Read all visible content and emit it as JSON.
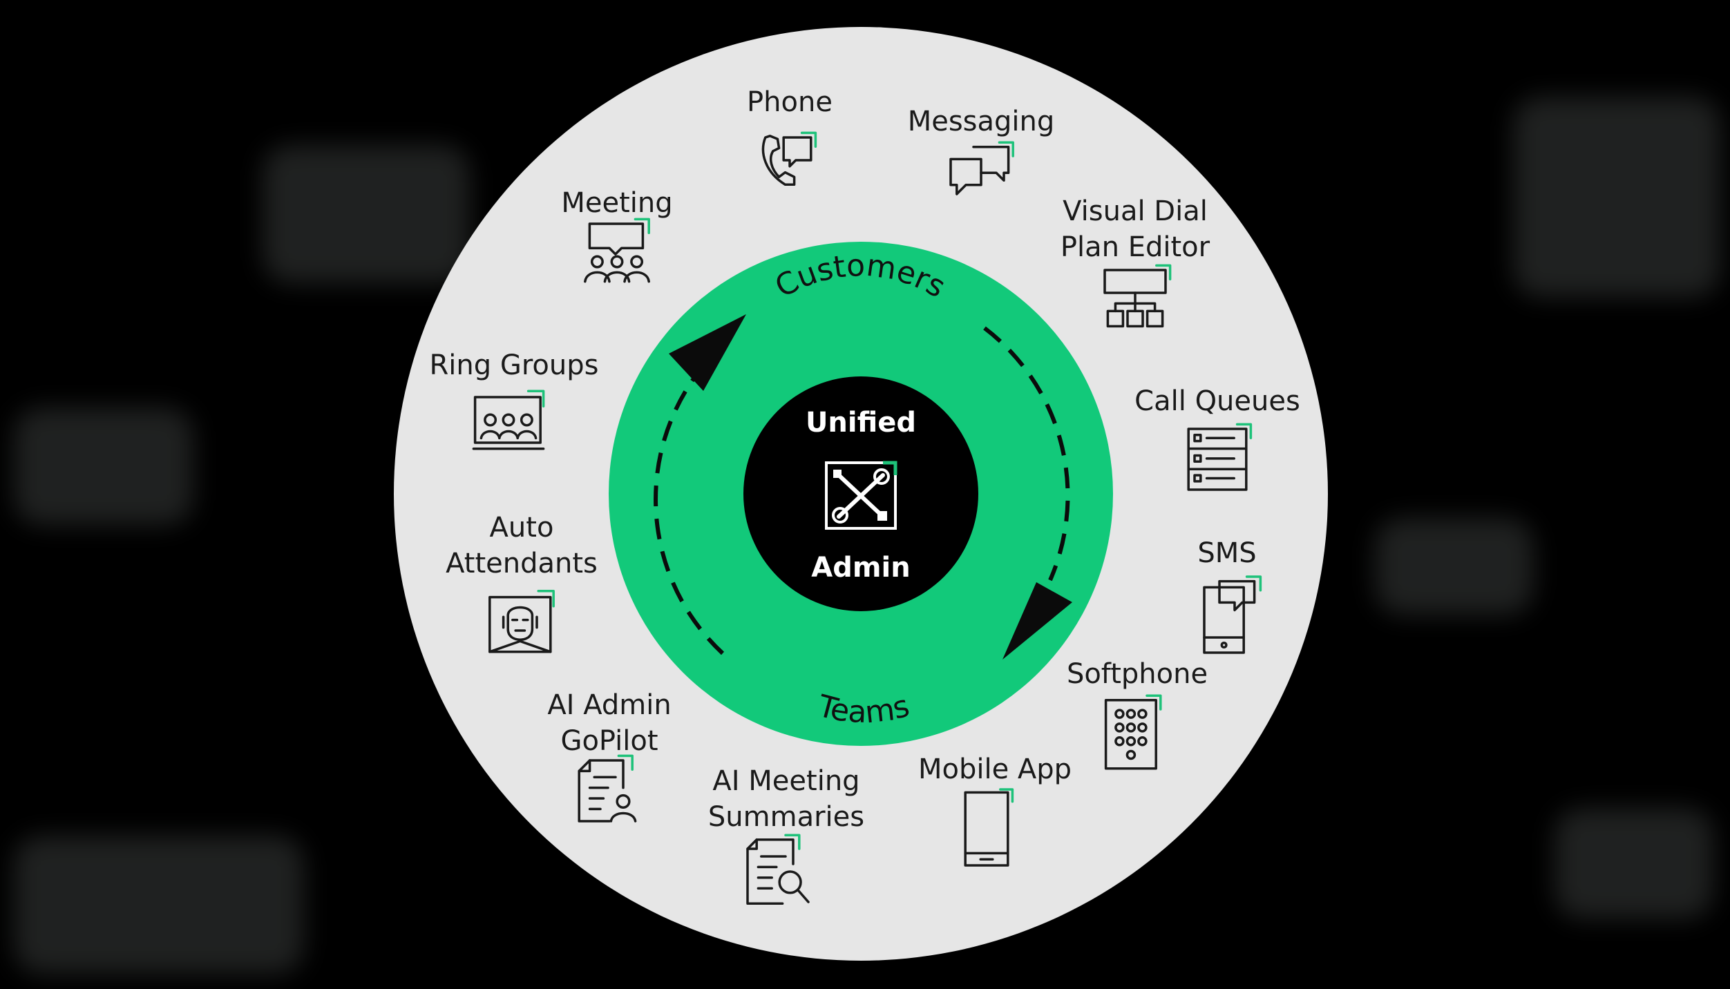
{
  "center": {
    "top": "Unified",
    "bottom": "Admin",
    "icon": "tools-icon"
  },
  "ring": {
    "top_label": "Customers",
    "bottom_label": "Teams"
  },
  "colors": {
    "outer_disk": "#e6e6e6",
    "ring": "#12c97a",
    "core": "#000000",
    "accent": "#1ec27a",
    "background": "#000000"
  },
  "features": [
    {
      "id": "phone",
      "lines": [
        "Phone"
      ],
      "icon": "phone-icon"
    },
    {
      "id": "messaging",
      "lines": [
        "Messaging"
      ],
      "icon": "chat-bubbles-icon"
    },
    {
      "id": "visual-dial-plan-editor",
      "lines": [
        "Visual Dial",
        "Plan Editor"
      ],
      "icon": "org-chart-icon"
    },
    {
      "id": "call-queues",
      "lines": [
        "Call Queues"
      ],
      "icon": "queue-list-icon"
    },
    {
      "id": "sms",
      "lines": [
        "SMS"
      ],
      "icon": "sms-phone-icon"
    },
    {
      "id": "softphone",
      "lines": [
        "Softphone"
      ],
      "icon": "keypad-icon"
    },
    {
      "id": "mobile-app",
      "lines": [
        "Mobile App"
      ],
      "icon": "mobile-phone-icon"
    },
    {
      "id": "ai-meeting-summaries",
      "lines": [
        "AI Meeting",
        "Summaries"
      ],
      "icon": "document-search-icon"
    },
    {
      "id": "ai-admin-gopilot",
      "lines": [
        "AI Admin",
        "GoPilot"
      ],
      "icon": "document-user-icon"
    },
    {
      "id": "auto-attendants",
      "lines": [
        "Auto",
        "Attendants"
      ],
      "icon": "headset-agent-icon"
    },
    {
      "id": "ring-groups",
      "lines": [
        "Ring Groups"
      ],
      "icon": "group-screen-icon"
    },
    {
      "id": "meeting",
      "lines": [
        "Meeting"
      ],
      "icon": "meeting-people-icon"
    }
  ]
}
